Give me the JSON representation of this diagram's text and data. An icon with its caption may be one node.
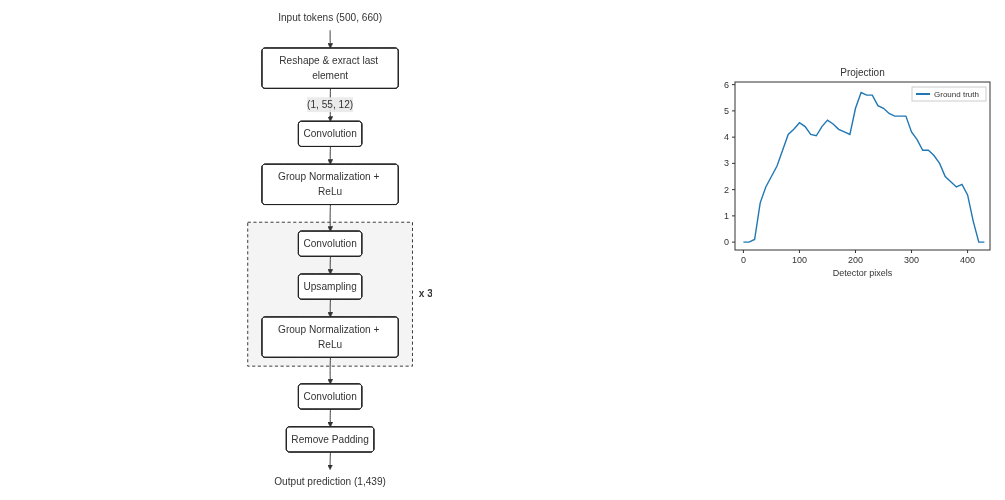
{
  "diagram": {
    "nodes": [
      {
        "text": [
          "Input tokens (500, 660)"
        ]
      },
      {
        "text": [
          "Reshape & exract last element"
        ]
      },
      {
        "text": [
          "Convolution"
        ]
      },
      {
        "text": [
          "Group Normalization + ReLu"
        ]
      },
      {
        "text": [
          "x 3"
        ]
      },
      {
        "text": [
          "Convolution"
        ],
        "in": 4
      },
      {
        "text": [
          "Upsampling"
        ],
        "in": 4
      },
      {
        "text": [
          "Group Normalization + ReLu"
        ],
        "in": 4
      },
      {
        "text": [
          "Convolution"
        ]
      },
      {
        "text": [
          "Remove Padding"
        ]
      },
      {
        "text": [
          "Output prediction (1,439)"
        ]
      }
    ],
    "edges": [
      {
        "from": 0,
        "to": 1,
        "arrow": "to"
      },
      {
        "from": 1,
        "to": 2,
        "arrow": "to",
        "label": "(1, 55, 12)"
      },
      {
        "from": 2,
        "to": 3,
        "arrow": "to"
      },
      {
        "from": 3,
        "to": 5,
        "arrow": "to"
      },
      {
        "from": 5,
        "to": 6,
        "arrow": "to"
      },
      {
        "from": 6,
        "to": 7,
        "arrow": "to"
      },
      {
        "from": 7,
        "to": 8,
        "arrow": "to"
      },
      {
        "from": 8,
        "to": 9,
        "arrow": "to"
      },
      {
        "from": 9,
        "to": 10,
        "arrow": "to"
      }
    ],
    "chart_data": {
      "type": "line",
      "title": "Projection",
      "xlabel": "Detector pixels",
      "x": [
        0,
        10,
        20,
        30,
        40,
        50,
        60,
        70,
        80,
        90,
        100,
        110,
        120,
        130,
        140,
        150,
        160,
        170,
        180,
        190,
        200,
        210,
        220,
        230,
        240,
        250,
        260,
        270,
        280,
        290,
        300,
        310,
        320,
        330,
        340,
        350,
        360,
        370,
        380,
        390,
        400,
        410,
        420,
        430
      ],
      "series": [
        {
          "name": "Ground truth",
          "color": "#1f77b4",
          "values": [
            0,
            0,
            0.1,
            1.5,
            2.1,
            2.5,
            2.9,
            3.5,
            4.1,
            4.3,
            4.55,
            4.4,
            4.1,
            4.05,
            4.4,
            4.65,
            4.5,
            4.3,
            4.2,
            4.1,
            5.1,
            5.7,
            5.6,
            5.6,
            5.2,
            5.1,
            4.9,
            4.8,
            4.8,
            4.8,
            4.2,
            3.9,
            3.5,
            3.5,
            3.3,
            3.0,
            2.5,
            2.3,
            2.1,
            2.2,
            1.8,
            0.8,
            0,
            0
          ]
        }
      ],
      "xlim": [
        -15,
        440
      ],
      "ylim": [
        -0.3,
        6.1
      ],
      "xticks": [
        0,
        100,
        200,
        300,
        400
      ],
      "yticks": [
        0,
        1,
        2,
        3,
        4,
        5,
        6
      ]
    }
  }
}
